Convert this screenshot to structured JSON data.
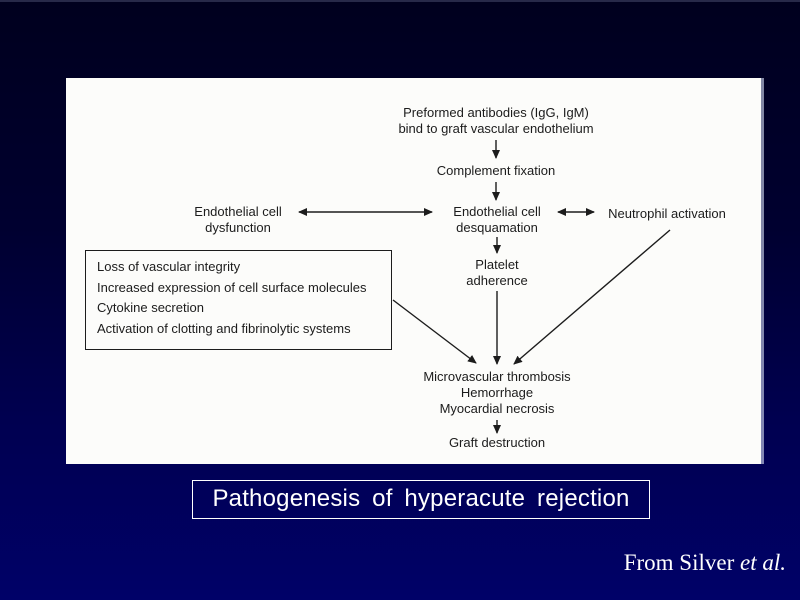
{
  "slide": {
    "caption": "Pathogenesis of hyperacute rejection",
    "credit": {
      "prefix": "From Silver ",
      "italic": "et al."
    },
    "colors": {
      "background_top": "#00001e",
      "background_bottom": "#000168",
      "panel_background": "#fcfcfa",
      "diagram_ink": "#1c1c1c",
      "caption_text": "#ffffff",
      "caption_border": "#ffffff"
    }
  },
  "diagram": {
    "preformed_line1": "Preformed antibodies (IgG, IgM)",
    "preformed_line2": "bind to graft vascular endothelium",
    "complement": "Complement fixation",
    "dysfunction_line1": "Endothelial cell",
    "dysfunction_line2": "dysfunction",
    "desquamation_line1": "Endothelial cell",
    "desquamation_line2": "desquamation",
    "neutrophil": "Neutrophil activation",
    "platelet_line1": "Platelet",
    "platelet_line2": "adherence",
    "box_items": [
      "Loss of vascular integrity",
      "Increased expression of cell surface molecules",
      "Cytokine secretion",
      "Activation of clotting and fibrinolytic systems"
    ],
    "outcome_line1": "Microvascular thrombosis",
    "outcome_line2": "Hemorrhage",
    "outcome_line3": "Myocardial necrosis",
    "graft": "Graft destruction"
  }
}
